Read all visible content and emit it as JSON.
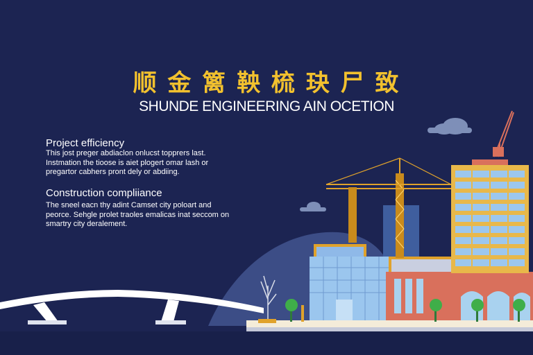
{
  "header": {
    "title_cn": "顺 金 篱 鞅 梳 玦 尸 致",
    "title_en": "SHUNDE ENGINEERING AIN OCETION"
  },
  "sections": [
    {
      "heading": "Project efficiency",
      "body": "This jost preger abdiaclon onlucst topprers last. Instmation the tioose is aiet plogert omar lash or pregartor cabhers pront dely or abdiing."
    },
    {
      "heading": "Construction compliiance",
      "body": "The sneel eacn thy adint Camset city poloart and peorce. Sehgle prolet traoles emalicas inat seccom on smartry city deralement."
    }
  ],
  "colors": {
    "background": "#1c2452",
    "accent_gold": "#f2c12e",
    "crane": "#e0a22b",
    "tower_glass": "#7fb0e6",
    "brick": "#d9705c"
  }
}
